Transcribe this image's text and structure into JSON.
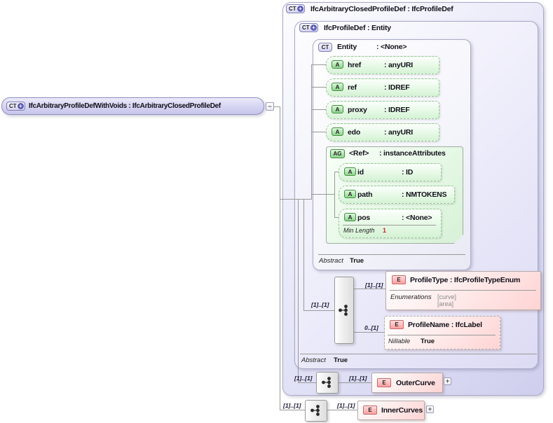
{
  "root": {
    "badge": "CT",
    "plus": "+",
    "title": "IfcArbitraryProfileDefWithVoids : IfcArbitraryClosedProfileDef",
    "expander": "−"
  },
  "closed_profile_def": {
    "badge": "CT",
    "plus": "+",
    "title": "IfcArbitraryClosedProfileDef : IfcProfileDef"
  },
  "profile_def": {
    "badge": "CT",
    "plus": "+",
    "title": "IfcProfileDef : Entity",
    "abstract_label": "Abstract",
    "abstract_value": "True"
  },
  "entity": {
    "badge": "CT",
    "name": "Entity",
    "type": ": <None>",
    "abstract_label": "Abstract",
    "abstract_value": "True",
    "attributes": [
      {
        "badge": "A",
        "name": "href",
        "type": ": anyURI"
      },
      {
        "badge": "A",
        "name": "ref",
        "type": ": IDREF"
      },
      {
        "badge": "A",
        "name": "proxy",
        "type": ": IDREF"
      },
      {
        "badge": "A",
        "name": "edo",
        "type": ": anyURI"
      }
    ],
    "ref_group": {
      "badge": "AG",
      "name": "<Ref>",
      "type": ": instanceAttributes",
      "attributes": [
        {
          "badge": "A",
          "name": "id",
          "type": ": ID"
        },
        {
          "badge": "A",
          "name": "path",
          "type": ": NMTOKENS"
        },
        {
          "badge": "A",
          "name": "pos",
          "type": ": <None>",
          "facet_label": "Min Length",
          "facet_value": "1"
        }
      ]
    }
  },
  "sequence": {
    "cardinality": "[1]..[1]"
  },
  "profile_type": {
    "badge": "E",
    "title": "ProfileType : IfcProfileTypeEnum",
    "cardinality": "[1]..[1]",
    "annotation_label": "Enumerations",
    "enum_values": [
      "[curve]",
      "[area]"
    ]
  },
  "profile_name": {
    "badge": "E",
    "title": "ProfileName : IfcLabel",
    "cardinality": "0..[1]",
    "annotation_label": "Nillable",
    "annotation_value": "True"
  },
  "outer_curve": {
    "badge": "E",
    "title": "OuterCurve",
    "cardinality_left": "[1]..[1]",
    "cardinality_right": "[1]..[1]",
    "expander": "+"
  },
  "inner_curves": {
    "badge": "E",
    "title": "InnerCurves",
    "cardinality_left": "[1]..[1]",
    "cardinality_right": "[1]..[1]",
    "expander": "+"
  },
  "colors": {
    "lavender_fill": "#d8d7f3",
    "green_fill": "#d5f2d5",
    "pink_fill": "#ffd4d4",
    "line": "#999999",
    "facet_red": "#cc2222",
    "badge_green_border": "#3f8f3f",
    "badge_pink_border": "#c46a6a",
    "badge_ct_border": "#7e7eb4"
  }
}
